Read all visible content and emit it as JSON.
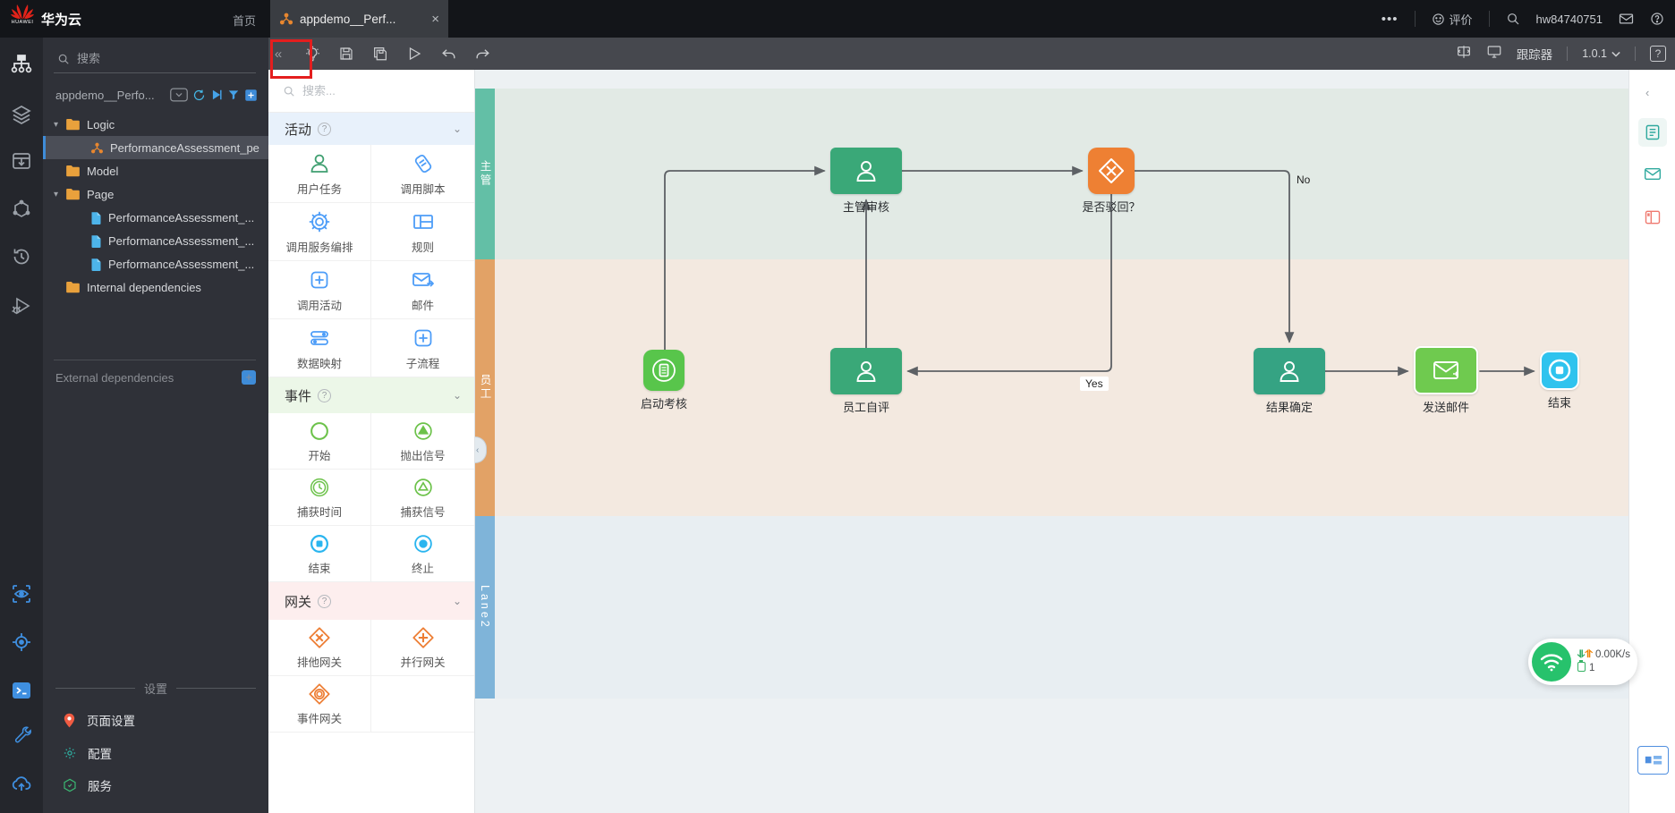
{
  "header": {
    "logo_text": "HUAWEI",
    "brand": "华为云",
    "home_label": "首页",
    "tab_title": "appdemo__Perf...",
    "tab_close": "×",
    "more_dots": "•••",
    "feedback_label": "评价",
    "username": "hw84740751"
  },
  "explorer": {
    "search_placeholder": "搜索",
    "app_name": "appdemo__Perfo...",
    "tree": {
      "logic": "Logic",
      "flow": "PerformanceAssessment_pe",
      "model": "Model",
      "page": "Page",
      "pages": [
        "PerformanceAssessment_...",
        "PerformanceAssessment_...",
        "PerformanceAssessment_..."
      ],
      "internal": "Internal dependencies"
    },
    "external_label": "External dependencies",
    "settings_title": "设置",
    "settings": {
      "page_settings": "页面设置",
      "config": "配置",
      "service": "服务"
    }
  },
  "toolbar": {
    "tracker_label": "跟踪器",
    "version": "1.0.1",
    "help": "?"
  },
  "palette": {
    "search_placeholder": "搜索...",
    "sections": {
      "activity": {
        "title": "活动",
        "items": [
          "用户任务",
          "调用脚本",
          "调用服务编排",
          "规则",
          "调用活动",
          "邮件",
          "数据映射",
          "子流程"
        ]
      },
      "event": {
        "title": "事件",
        "items": [
          "开始",
          "抛出信号",
          "捕获时间",
          "捕获信号",
          "结束",
          "终止"
        ]
      },
      "gateway": {
        "title": "网关",
        "items": [
          "排他网关",
          "并行网关",
          "事件网关"
        ]
      }
    }
  },
  "canvas": {
    "lanes": [
      "主管",
      "员工",
      "Lane2"
    ],
    "nodes": {
      "start": "启动考核",
      "self_review": "员工自评",
      "manager_review": "主管审核",
      "reject_gateway": "是否驳回？",
      "confirm": "结果确定",
      "send_mail": "发送邮件",
      "end": "结束"
    },
    "edge_labels": {
      "yes": "Yes",
      "no": "No"
    }
  },
  "status": {
    "net_speed": "0.00K/s",
    "instance_count": "1"
  },
  "colors": {
    "lane1_bar": "#63bfa6",
    "lane2_bar": "#e2a266",
    "lane3_bar": "#7fb4d9",
    "task_green": "#3aa878",
    "confirm_teal": "#35a383",
    "gateway_orange": "#ee8033",
    "start_green": "#58c54b",
    "mail_green": "#6fca4f",
    "end_blue": "#2fc3ee"
  }
}
